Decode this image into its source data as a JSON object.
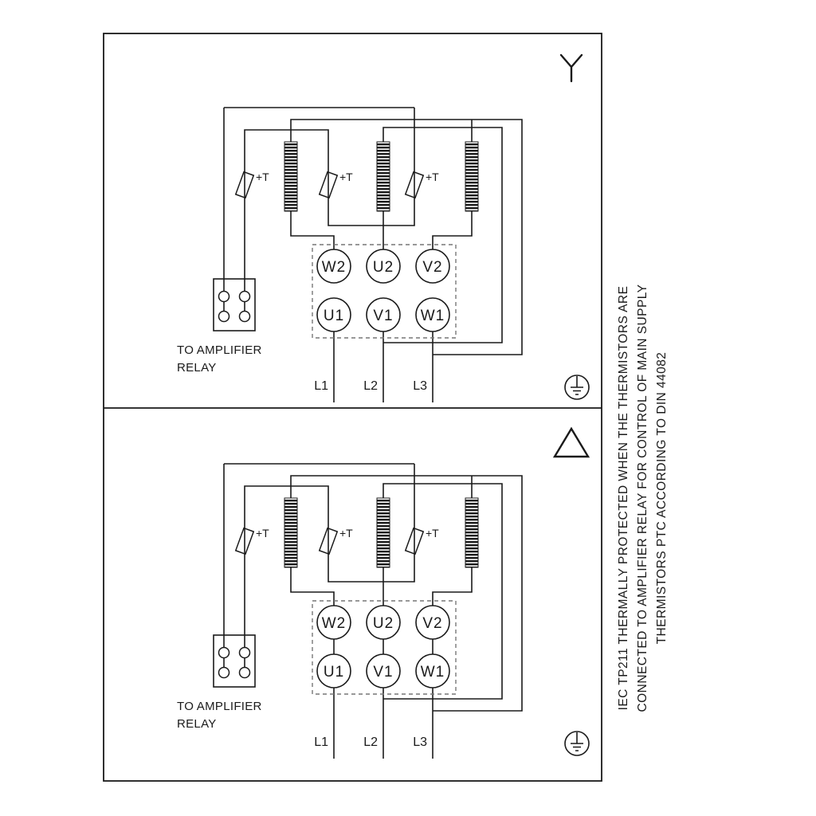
{
  "colors": {
    "ink": "#1a1a1a",
    "dash": "#777777"
  },
  "panels": [
    {
      "name": "star-connection",
      "terminals_top": [
        "W2",
        "U2",
        "V2"
      ],
      "terminals_bottom": [
        "U1",
        "V1",
        "W1"
      ],
      "supply": [
        "L1",
        "L2",
        "L3"
      ],
      "thermistor_label": "+T",
      "relay_note": [
        "TO AMPLIFIER",
        "RELAY"
      ]
    },
    {
      "name": "delta-connection",
      "terminals_top": [
        "W2",
        "U2",
        "V2"
      ],
      "terminals_bottom": [
        "U1",
        "V1",
        "W1"
      ],
      "supply": [
        "L1",
        "L2",
        "L3"
      ],
      "thermistor_label": "+T",
      "relay_note": [
        "TO AMPLIFIER",
        "RELAY"
      ]
    }
  ],
  "side_note": {
    "lines": [
      "IEC TP211 THERMALLY PROTECTED WHEN THE THERMISTORS ARE",
      "CONNECTED TO AMPLIFIER RELAY FOR CONTROL OF MAIN SUPPLY",
      "THERMISTORS PTC ACCORDING TO DIN 44082"
    ]
  }
}
